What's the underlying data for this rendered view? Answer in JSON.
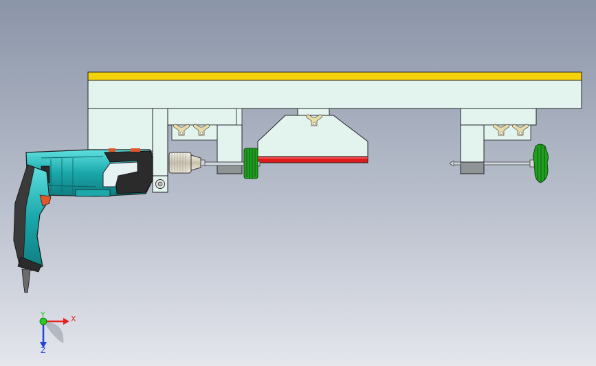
{
  "axes": {
    "x_label": "X",
    "y_label": "Y",
    "z_label": "Z",
    "x_color": "#e52222",
    "y_color": "#22cc22",
    "z_color": "#2244dd"
  },
  "colors": {
    "beam_top": "#f5d30a",
    "body": "#e3f4ef",
    "edge": "#2a2a2a",
    "blade": "#e01b1b",
    "knob": "#1f9e1f",
    "drill": "#20b5b5",
    "drill_dark": "#2b2b2b",
    "wing_nut": "#e7dba8",
    "block": "#8f9497"
  },
  "icons": [
    "axis-triad-icon",
    "power-drill-icon",
    "wing-nut-icon",
    "hand-knob-icon",
    "drill-chuck-icon"
  ]
}
